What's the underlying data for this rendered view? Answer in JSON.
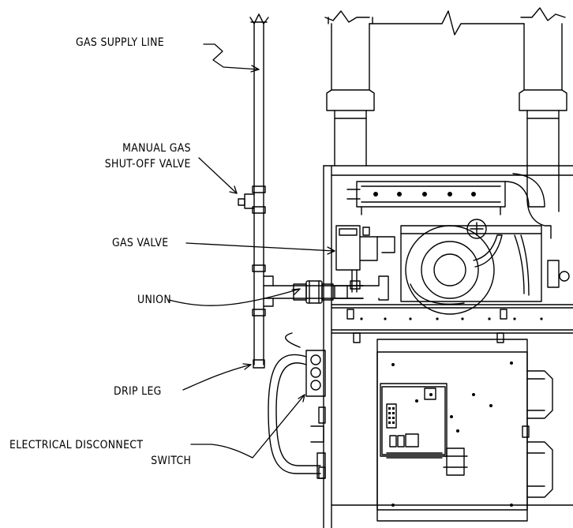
{
  "callouts": {
    "gas_supply_line": "GAS SUPPLY LINE",
    "manual_valve_line1": "MANUAL GAS",
    "manual_valve_line2": "SHUT-OFF VALVE",
    "gas_valve": "GAS VALVE",
    "union": "UNION",
    "drip_leg": "DRIP LEG",
    "disconnect_line1": "ELECTRICAL DISCONNECT",
    "disconnect_line2": "SWITCH"
  },
  "colors": {
    "line": "#000000",
    "background": "#ffffff"
  }
}
